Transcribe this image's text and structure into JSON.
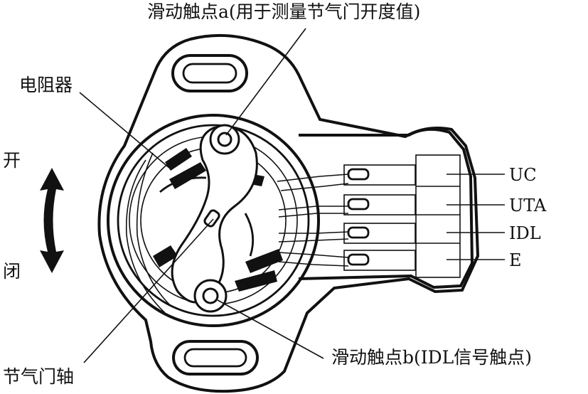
{
  "labels": {
    "contact_a": "滑动触点a(用于测量节气门开度值)",
    "resistor": "电阻器",
    "open": "开",
    "close": "闭",
    "shaft": "节气门轴",
    "contact_b": "滑动触点b(IDL信号触点)"
  },
  "pins": [
    "UC",
    "UTA",
    "IDL",
    "E"
  ]
}
